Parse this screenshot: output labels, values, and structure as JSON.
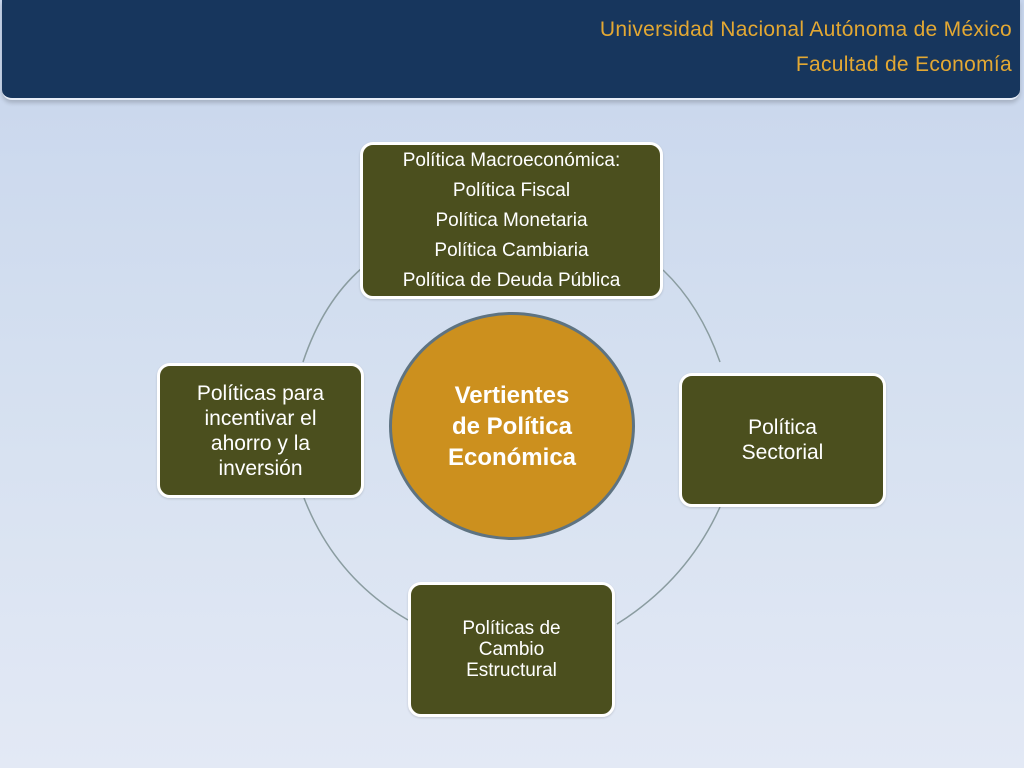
{
  "header": {
    "line1": "Universidad Nacional Autónoma de México",
    "line2": "Facultad de Economía"
  },
  "diagram": {
    "center": [
      "Vertientes",
      "de Política",
      "Económica"
    ],
    "top": [
      "Política Macroeconómica:",
      "Política Fiscal",
      "Política Monetaria",
      "Política Cambiaria",
      "Política de Deuda Pública"
    ],
    "right": [
      "Política",
      "Sectorial"
    ],
    "bottom": [
      "Políticas de",
      "Cambio",
      "Estructural"
    ],
    "left": [
      "Políticas para",
      "incentivar el",
      "ahorro y la",
      "inversión"
    ]
  },
  "colors": {
    "header_bg": "#17365d",
    "header_text": "#e3a833",
    "box_fill": "#4b4f1e",
    "center_fill": "#cc901e",
    "connector": "#8a9ca0"
  }
}
